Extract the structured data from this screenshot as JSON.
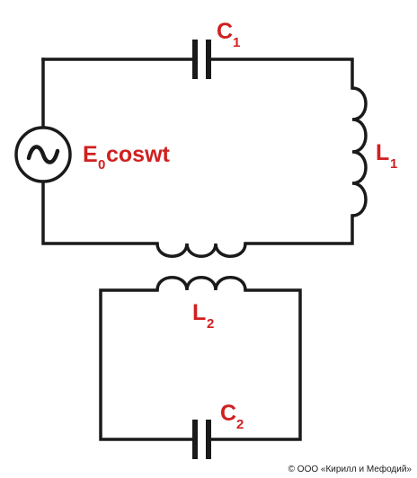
{
  "labels": {
    "c1_main": "C",
    "c1_sub": "1",
    "l1_main": "L",
    "l1_sub": "1",
    "l2_main": "L",
    "l2_sub": "2",
    "c2_main": "C",
    "c2_sub": "2",
    "emf_E": "E",
    "emf_sub": "0",
    "emf_rest": "coswt"
  },
  "copyright": "© ООО «Кирилл и Мефодий»",
  "colors": {
    "wire": "#1a1a1a",
    "label": "#d02020"
  },
  "icons": {
    "source": "ac-source-icon"
  }
}
